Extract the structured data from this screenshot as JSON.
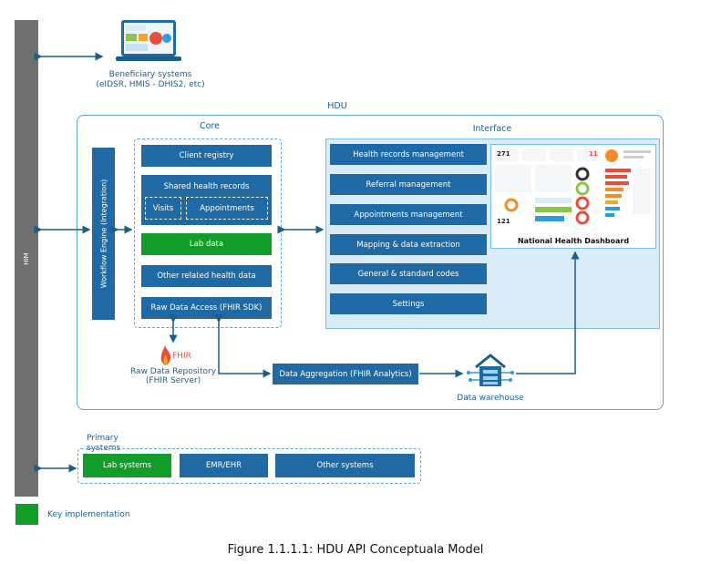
{
  "him": {
    "label": "HIM"
  },
  "beneficiary": {
    "line1": "Beneficiary systems",
    "line2": "(eIDSR, HMIS - DHIS2, etc)"
  },
  "hdu": {
    "title": "HDU"
  },
  "core": {
    "title": "Core",
    "workflow_engine": "Workflow Engine (Integration)",
    "client_registry": "Client registry",
    "shared_records": "Shared health records",
    "visits": "Visits",
    "appointments": "Appointments",
    "lab_data": "Lab data",
    "other_records": "Other related health data",
    "raw_data_access": "Raw Data Access (FHIR SDK)"
  },
  "interface": {
    "title": "Interface",
    "items": [
      "Health records management",
      "Referral management",
      "Appointments management",
      "Mapping & data extraction",
      "General & standard codes",
      "Settings"
    ],
    "dashboard_label": "National Health Dashboard",
    "dashboard_numbers": [
      "271",
      "11",
      "121"
    ]
  },
  "fhir": {
    "logo": "FHIR",
    "line1": "Raw Data Repository",
    "line2": "(FHIR Server)"
  },
  "data_aggregation": "Data Aggregation (FHIR Analytics)",
  "data_warehouse": "Data warehouse",
  "primary": {
    "title": "Primary systems",
    "items": [
      "Lab systems",
      "EMR/EHR",
      "Other systems"
    ]
  },
  "legend": {
    "label": "Key implementation",
    "color": "#129c2a"
  },
  "caption": "Figure 1.1.1.1: HDU API Conceptuala Model",
  "colors": {
    "box": "#1f6aa5",
    "line": "#1b5e8c",
    "border": "#5aa6d6",
    "panel": "#d9ecf8"
  }
}
